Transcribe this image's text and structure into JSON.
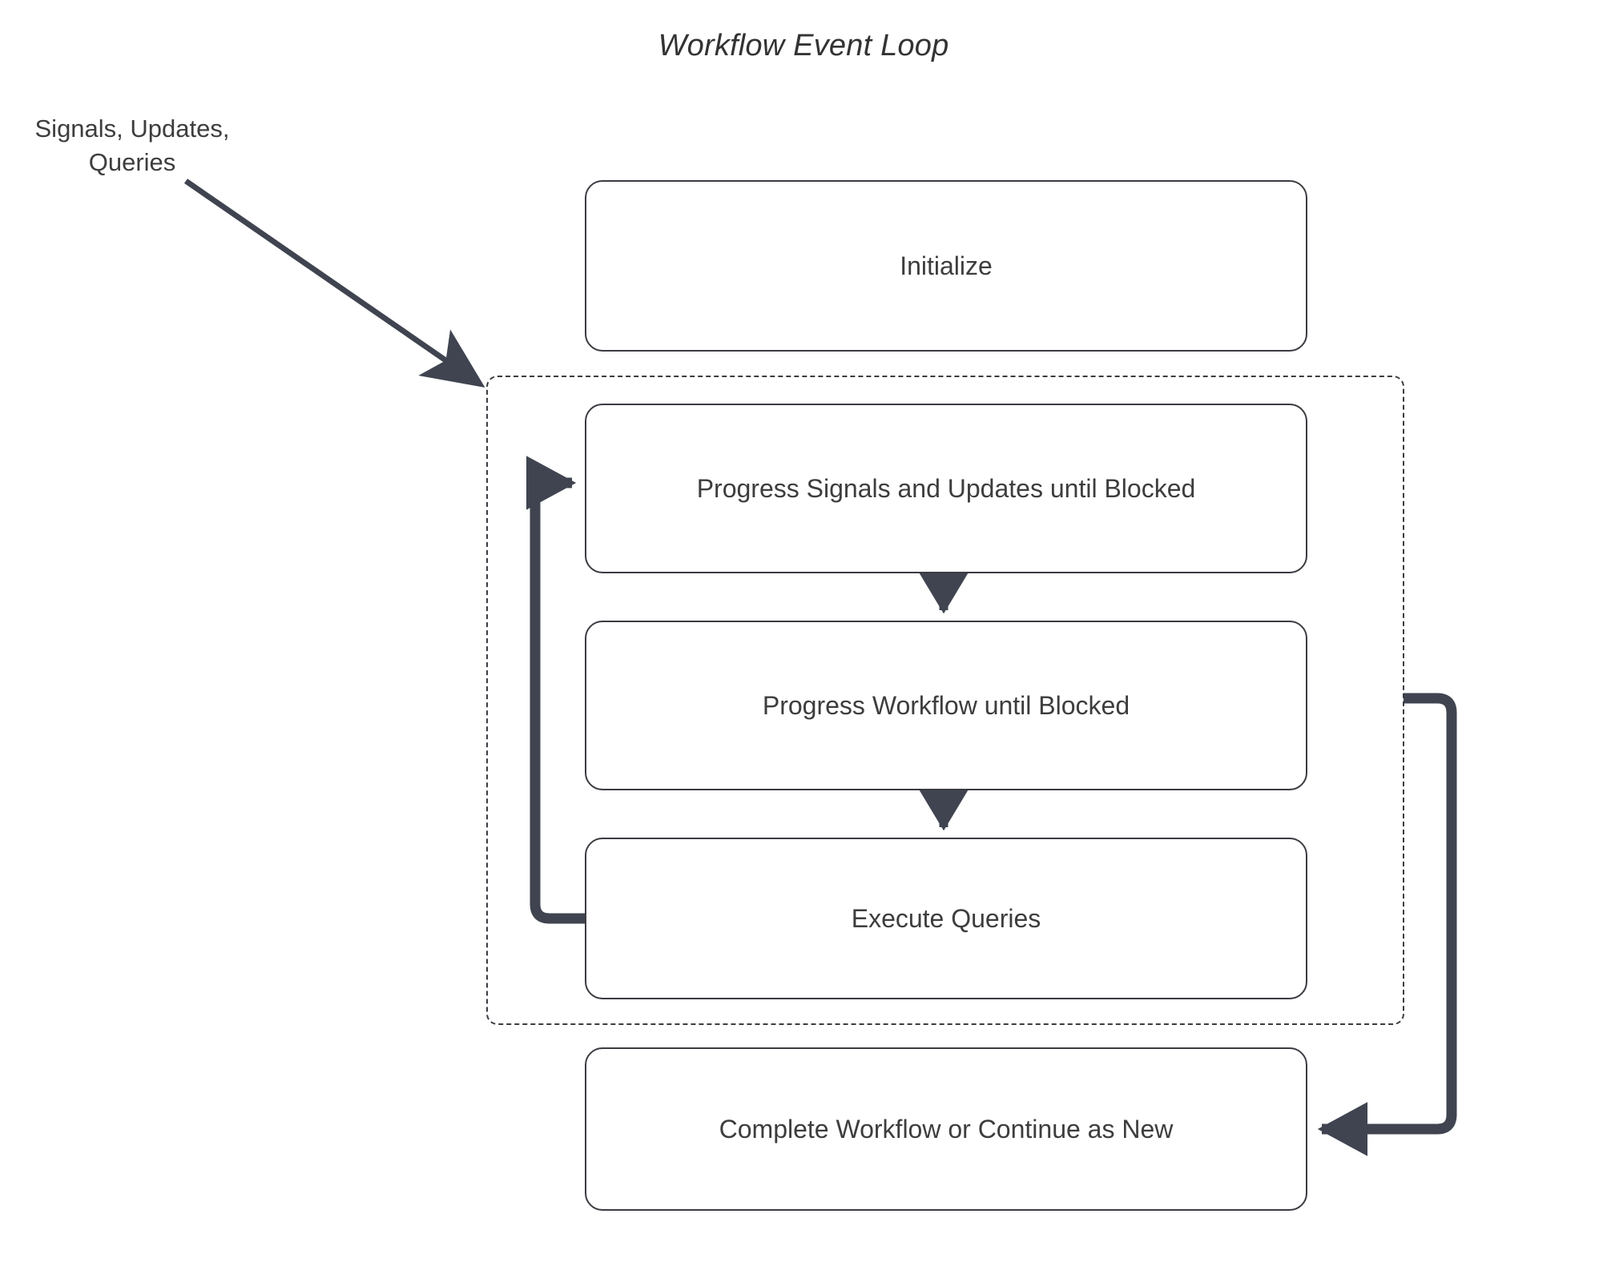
{
  "diagram": {
    "title": "Workflow Event Loop",
    "type": "flowchart",
    "background_color": "#ffffff",
    "node_border_color": "#3b3b42",
    "edge_color": "#3f4450",
    "text_color": "#3d3d3d",
    "external_label": "Signals, Updates,\nQueries",
    "group": {
      "name": "event-loop-group",
      "border_style": "dashed",
      "label": ""
    },
    "nodes": [
      {
        "id": "initialize",
        "label": "Initialize"
      },
      {
        "id": "progress-signals",
        "label": "Progress Signals and Updates until Blocked"
      },
      {
        "id": "progress-workflow",
        "label": "Progress Workflow until Blocked"
      },
      {
        "id": "execute-queries",
        "label": "Execute Queries"
      },
      {
        "id": "complete-workflow",
        "label": "Complete Workflow or Continue as New"
      }
    ],
    "edges": [
      {
        "from": "signals-updates-queries-label",
        "to": "event-loop-group",
        "style": "thin-arrow"
      },
      {
        "from": "progress-signals",
        "to": "progress-workflow",
        "style": "arrow-down"
      },
      {
        "from": "progress-workflow",
        "to": "execute-queries",
        "style": "arrow-down"
      },
      {
        "from": "execute-queries",
        "to": "progress-signals",
        "style": "loop-back-left"
      },
      {
        "from": "event-loop-group",
        "to": "complete-workflow",
        "style": "loop-right-down"
      }
    ]
  }
}
